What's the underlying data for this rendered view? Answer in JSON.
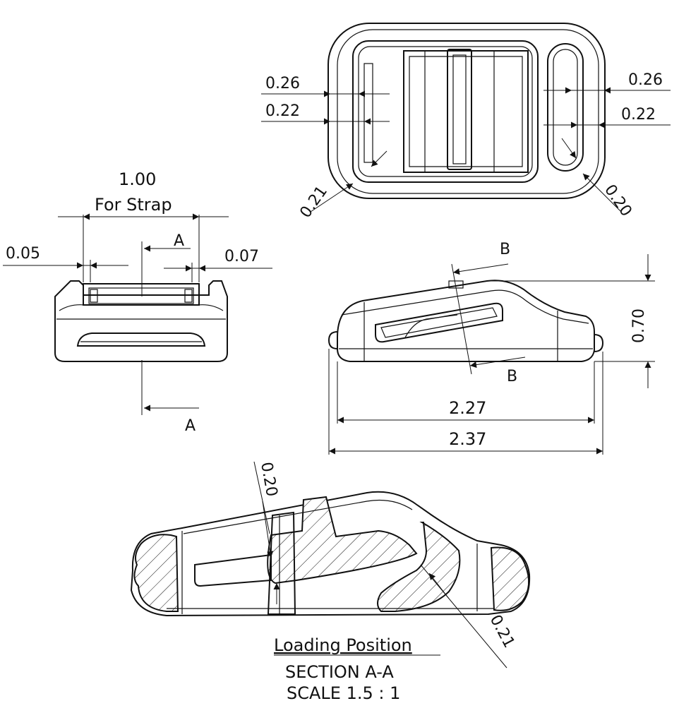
{
  "dimensions": {
    "top_view": {
      "left_outer": "0.26",
      "left_inner": "0.22",
      "right_outer": "0.26",
      "right_inner": "0.22",
      "radius_left": "0.21",
      "radius_right": "0.20"
    },
    "front_view": {
      "strap_width": "1.00",
      "strap_note": "For Strap",
      "left_gap": "0.05",
      "right_gap": "0.07",
      "section_label_top": "A",
      "section_label_bottom": "A"
    },
    "side_view": {
      "height": "0.70",
      "inner_length": "2.27",
      "overall_length": "2.37",
      "section_label_top": "B",
      "section_label_bottom": "B"
    },
    "section_view": {
      "dim_top": "0.20",
      "dim_right": "0.21"
    }
  },
  "section_caption": {
    "title": "Loading Position",
    "section": "SECTION A-A",
    "scale": "SCALE 1.5 : 1"
  }
}
